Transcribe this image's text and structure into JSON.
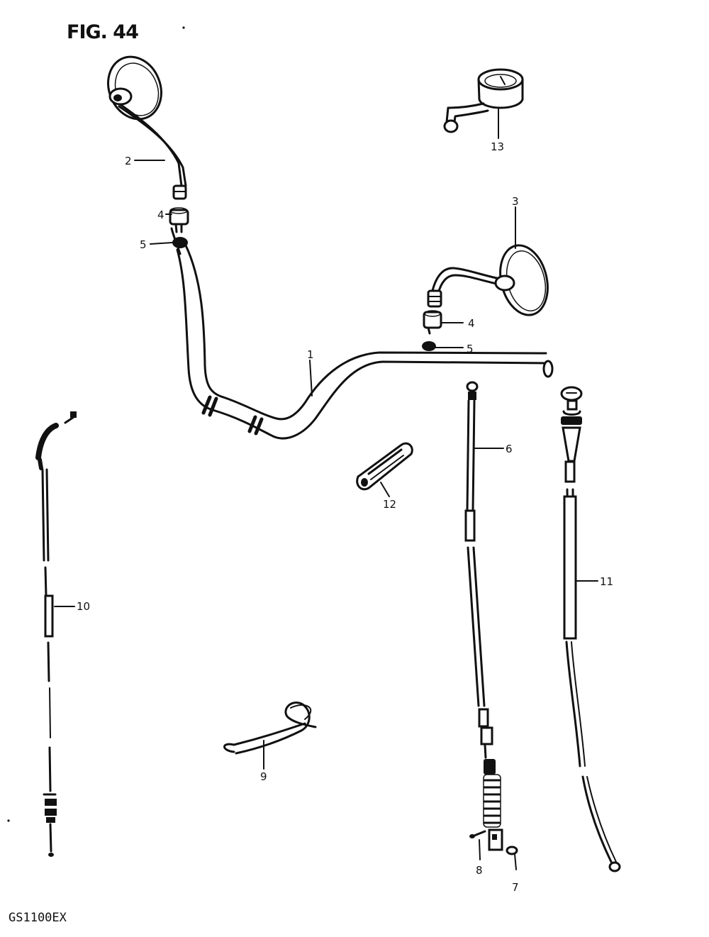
{
  "figure": {
    "title": "FIG. 44",
    "model_code": "GS1100EX"
  },
  "callouts": {
    "c1": "1",
    "c2": "2",
    "c3": "3",
    "c4a": "4",
    "c4b": "4",
    "c5a": "5",
    "c5b": "5",
    "c6": "6",
    "c7": "7",
    "c8": "8",
    "c9": "9",
    "c10": "10",
    "c11": "11",
    "c12": "12",
    "c13": "13"
  }
}
